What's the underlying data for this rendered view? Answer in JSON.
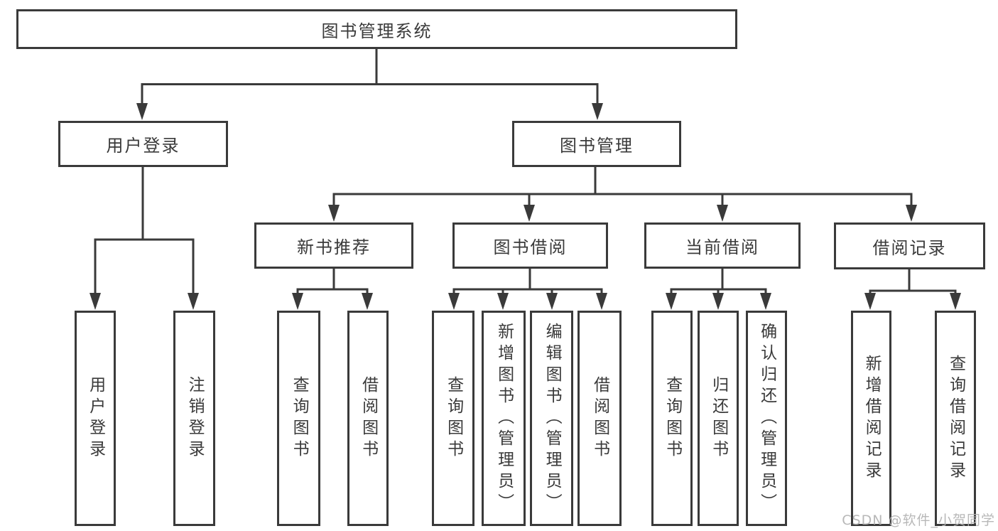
{
  "tree": {
    "label": "图书管理系统",
    "children": [
      {
        "label": "用户登录",
        "children": [
          {
            "label": "用户登录"
          },
          {
            "label": "注销登录"
          }
        ]
      },
      {
        "label": "图书管理",
        "children": [
          {
            "label": "新书推荐",
            "children": [
              {
                "label": "查询图书"
              },
              {
                "label": "借阅图书"
              }
            ]
          },
          {
            "label": "图书借阅",
            "children": [
              {
                "label": "查询图书"
              },
              {
                "label": "新增图书（管理员）"
              },
              {
                "label": "编辑图书（管理员）"
              },
              {
                "label": "借阅图书"
              }
            ]
          },
          {
            "label": "当前借阅",
            "children": [
              {
                "label": "查询图书"
              },
              {
                "label": "归还图书"
              },
              {
                "label": "确认归还（管理员）"
              }
            ]
          },
          {
            "label": "借阅记录",
            "children": [
              {
                "label": "新增借阅记录"
              },
              {
                "label": "查询借阅记录"
              }
            ]
          }
        ]
      }
    ]
  },
  "watermark": {
    "text": "CSDN @软件_小贺同学"
  },
  "colors": {
    "line": "#3a3a3a",
    "text": "#3a3a3a",
    "box_background": "#ffffff",
    "watermark": "#b2b2b2"
  }
}
